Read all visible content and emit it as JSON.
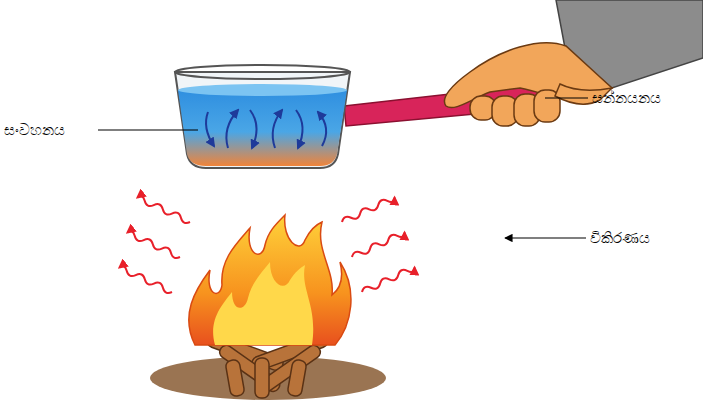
{
  "diagram": {
    "labels": [
      "සන්නයනය",
      "සංවහනය",
      "විකිරණය"
    ]
  }
}
